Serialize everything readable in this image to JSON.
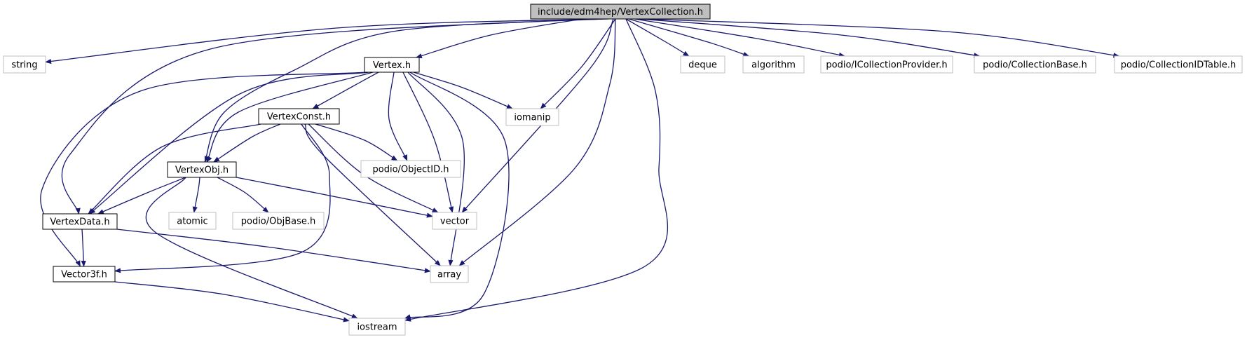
{
  "colors": {
    "edge": "#191970",
    "local_border": "#000000",
    "system_border": "#bfbfbf",
    "root_fill": "#bfbfbf",
    "node_fill": "#ffffff"
  },
  "nodes": [
    {
      "id": "root",
      "label": "include/edm4hep/VertexCollection.h",
      "kind": "root"
    },
    {
      "id": "string",
      "label": "string",
      "kind": "system"
    },
    {
      "id": "vertex_h",
      "label": "Vertex.h",
      "kind": "local"
    },
    {
      "id": "deque",
      "label": "deque",
      "kind": "system"
    },
    {
      "id": "algorithm",
      "label": "algorithm",
      "kind": "system"
    },
    {
      "id": "icollprov",
      "label": "podio/ICollectionProvider.h",
      "kind": "system"
    },
    {
      "id": "collbase",
      "label": "podio/CollectionBase.h",
      "kind": "system"
    },
    {
      "id": "collidtable",
      "label": "podio/CollectionIDTable.h",
      "kind": "system"
    },
    {
      "id": "vertexconst",
      "label": "VertexConst.h",
      "kind": "local"
    },
    {
      "id": "iomanip",
      "label": "iomanip",
      "kind": "system"
    },
    {
      "id": "vertexobj",
      "label": "VertexObj.h",
      "kind": "local"
    },
    {
      "id": "objectid",
      "label": "podio/ObjectID.h",
      "kind": "system"
    },
    {
      "id": "vertexdata",
      "label": "VertexData.h",
      "kind": "local"
    },
    {
      "id": "atomic",
      "label": "atomic",
      "kind": "system"
    },
    {
      "id": "objbase",
      "label": "podio/ObjBase.h",
      "kind": "system"
    },
    {
      "id": "vector",
      "label": "vector",
      "kind": "system"
    },
    {
      "id": "vector3f",
      "label": "Vector3f.h",
      "kind": "local"
    },
    {
      "id": "array",
      "label": "array",
      "kind": "system"
    },
    {
      "id": "iostream",
      "label": "iostream",
      "kind": "system"
    }
  ],
  "edges": [
    [
      "root",
      "string"
    ],
    [
      "root",
      "vertex_h"
    ],
    [
      "root",
      "deque"
    ],
    [
      "root",
      "algorithm"
    ],
    [
      "root",
      "icollprov"
    ],
    [
      "root",
      "collbase"
    ],
    [
      "root",
      "collidtable"
    ],
    [
      "root",
      "iomanip"
    ],
    [
      "root",
      "vertexobj"
    ],
    [
      "root",
      "vertexdata"
    ],
    [
      "root",
      "vector"
    ],
    [
      "root",
      "array"
    ],
    [
      "root",
      "iostream"
    ],
    [
      "vertex_h",
      "vertexconst"
    ],
    [
      "vertex_h",
      "iomanip"
    ],
    [
      "vertex_h",
      "vertexobj"
    ],
    [
      "vertex_h",
      "objectid"
    ],
    [
      "vertex_h",
      "vertexdata"
    ],
    [
      "vertex_h",
      "vector"
    ],
    [
      "vertex_h",
      "vector3f"
    ],
    [
      "vertex_h",
      "array"
    ],
    [
      "vertex_h",
      "iostream"
    ],
    [
      "vertexconst",
      "vertexobj"
    ],
    [
      "vertexconst",
      "objectid"
    ],
    [
      "vertexconst",
      "vertexdata"
    ],
    [
      "vertexconst",
      "vector"
    ],
    [
      "vertexconst",
      "vector3f"
    ],
    [
      "vertexconst",
      "array"
    ],
    [
      "vertexobj",
      "vertexdata"
    ],
    [
      "vertexobj",
      "atomic"
    ],
    [
      "vertexobj",
      "objbase"
    ],
    [
      "vertexobj",
      "vector"
    ],
    [
      "vertexobj",
      "iostream"
    ],
    [
      "vertexdata",
      "vector3f"
    ],
    [
      "vertexdata",
      "array"
    ],
    [
      "vector3f",
      "iostream"
    ]
  ]
}
